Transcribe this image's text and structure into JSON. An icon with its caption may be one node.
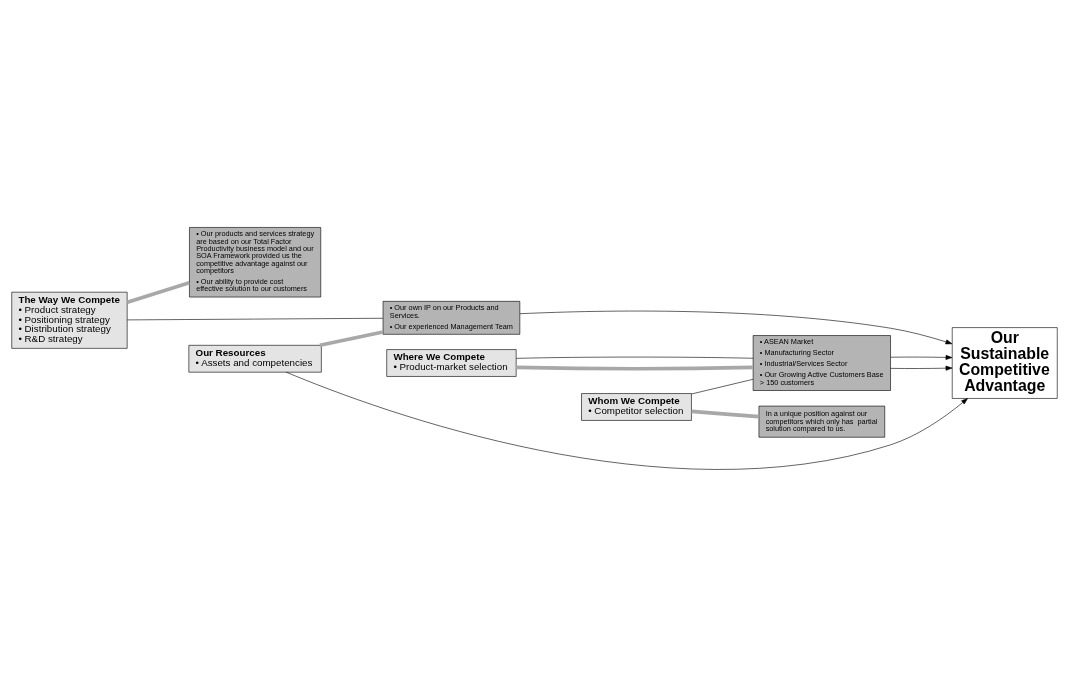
{
  "diagram": {
    "nodes": [
      {
        "text": [
          "The Way We Compete",
          "• Product strategy",
          "• Positioning strategy",
          "• Distribution strategy",
          "• R&D strategy"
        ]
      },
      {
        "text": [
          "• Our products and services strategy are based on our Total Factor Productivity business model and our SOA Framework provided us the competitive advantage against our competitors",
          "• Our ability to provide cost effective solution to our customers"
        ]
      },
      {
        "text": [
          "Our Resources",
          "• Assets and competencies"
        ]
      },
      {
        "text": [
          "• Our own IP on our Products and Services.",
          "• Our experienced Management Team"
        ]
      },
      {
        "text": [
          "Where We Compete",
          "• Product-market selection"
        ]
      },
      {
        "text": [
          "• ASEAN Market",
          "• Manufacturing Sector",
          "• Industrial/Services Sector",
          "• Our Growing Active Customers Base > 150 customers"
        ]
      },
      {
        "text": [
          "Whom We Compete",
          "• Competitor selection"
        ]
      },
      {
        "text": [
          "In a unique position against our competitors which only has  partial solution compared to us."
        ]
      },
      {
        "text": [
          "Our Sustainable Competitive Advantage"
        ]
      }
    ],
    "edges": [
      {
        "from": 0,
        "to": 1,
        "arrow": "none",
        "style": "thick",
        "color": "#a8a8a8"
      },
      {
        "from": 0,
        "to": 3,
        "arrow": "none"
      },
      {
        "from": 2,
        "to": 3,
        "arrow": "none",
        "style": "thick",
        "color": "#a8a8a8"
      },
      {
        "from": 2,
        "to": 8,
        "arrow": "to"
      },
      {
        "from": 3,
        "to": 8,
        "arrow": "to"
      },
      {
        "from": 4,
        "to": 5,
        "arrow": "none",
        "style": "thick",
        "color": "#a8a8a8"
      },
      {
        "from": 4,
        "to": 5,
        "arrow": "none"
      },
      {
        "from": 6,
        "to": 5,
        "arrow": "none"
      },
      {
        "from": 6,
        "to": 7,
        "arrow": "none",
        "style": "thick",
        "color": "#a8a8a8"
      },
      {
        "from": 5,
        "to": 8,
        "arrow": "to"
      },
      {
        "from": 5,
        "to": 8,
        "arrow": "to"
      }
    ]
  }
}
